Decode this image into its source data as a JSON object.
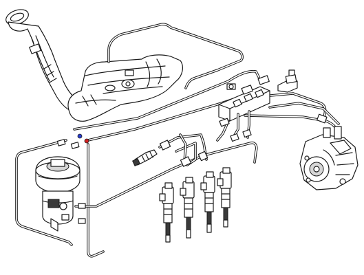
{
  "diagram": {
    "background": "#ffffff",
    "line_color": "#1a1a1a",
    "markers": {
      "blue": "#2a3fd0",
      "red": "#d22020"
    },
    "components": [
      "fuel-tank",
      "filler-neck",
      "fuel-filter",
      "fuel-rail",
      "injectors",
      "high-pressure-pump",
      "pressure-sensor",
      "fuel-lines"
    ]
  }
}
